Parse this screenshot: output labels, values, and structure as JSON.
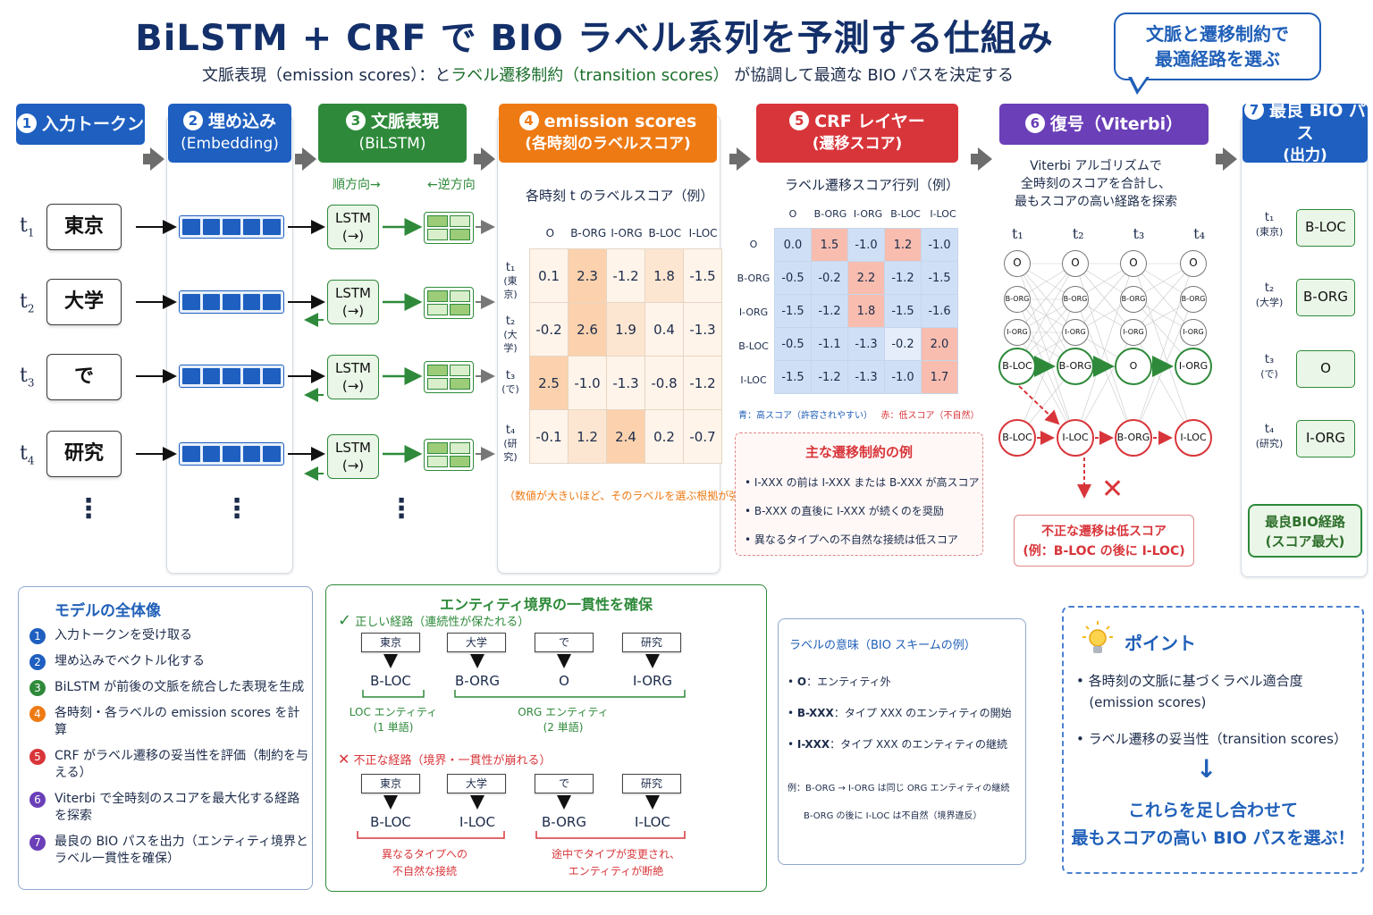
{
  "title": "BiLSTM + CRF で BIO ラベル系列を予測する仕組み",
  "subtitle_pre": "文脈表現（emission scores）：と",
  "subtitle_em": "ラベル遷移制約（transition scores）",
  "subtitle_post": "が協調して最適な BIO パスを決定する",
  "callout": {
    "line1": "文脈と遷移制約で",
    "line2": "最適経路を選ぶ"
  },
  "stages": [
    {
      "num": "1",
      "line1": "入力トークン",
      "line2": ""
    },
    {
      "num": "2",
      "line1": "埋め込み",
      "line2": "(Embedding)"
    },
    {
      "num": "3",
      "line1": "文脈表現",
      "line2": "(BiLSTM)"
    },
    {
      "num": "4",
      "line1": "emission scores",
      "line2": "(各時刻のラベルスコア)"
    },
    {
      "num": "5",
      "line1": "CRF レイヤー",
      "line2": "(遷移スコア)"
    },
    {
      "num": "6",
      "line1": "復号（Viterbi）",
      "line2": ""
    },
    {
      "num": "7",
      "line1": "最良 BIO パス",
      "line2": "(出力)"
    }
  ],
  "tokens": [
    {
      "t": "t",
      "sub": "1",
      "word": "東京"
    },
    {
      "t": "t",
      "sub": "2",
      "word": "大学"
    },
    {
      "t": "t",
      "sub": "3",
      "word": "で"
    },
    {
      "t": "t",
      "sub": "4",
      "word": "研究"
    }
  ],
  "ellipsis": "⋮",
  "lstm": {
    "label": "LSTM",
    "dir": "(→)",
    "forward": "順方向→",
    "backward": "←逆方向"
  },
  "emission": {
    "caption": "各時刻 t のラベルスコア（例）",
    "columns": [
      "O",
      "B-ORG",
      "I-ORG",
      "B-LOC",
      "I-LOC"
    ],
    "rows": [
      {
        "t": "t₁",
        "word": "(東京)",
        "values": [
          "0.1",
          "2.3",
          "-1.2",
          "1.8",
          "-1.5"
        ]
      },
      {
        "t": "t₂",
        "word": "(大学)",
        "values": [
          "-0.2",
          "2.6",
          "1.9",
          "0.4",
          "-1.3"
        ]
      },
      {
        "t": "t₃",
        "word": "(で)",
        "values": [
          "2.5",
          "-1.0",
          "-1.3",
          "-0.8",
          "-1.2"
        ]
      },
      {
        "t": "t₄",
        "word": "(研究)",
        "values": [
          "-0.1",
          "1.2",
          "2.4",
          "0.2",
          "-0.7"
        ]
      }
    ],
    "note": "（数値が大きいほど、そのラベルを選ぶ根拠が強い）"
  },
  "transition": {
    "caption": "ラベル遷移スコア行列（例）",
    "columns": [
      "O",
      "B-ORG",
      "I-ORG",
      "B-LOC",
      "I-LOC"
    ],
    "rows": [
      {
        "label": "O",
        "values": [
          "0.0",
          "1.5",
          "-1.0",
          "1.2",
          "-1.0"
        ]
      },
      {
        "label": "B-ORG",
        "values": [
          "-0.5",
          "-0.2",
          "2.2",
          "-1.2",
          "-1.5"
        ]
      },
      {
        "label": "I-ORG",
        "values": [
          "-1.5",
          "-1.2",
          "1.8",
          "-1.5",
          "-1.6"
        ]
      },
      {
        "label": "B-LOC",
        "values": [
          "-0.5",
          "-1.1",
          "-1.3",
          "-0.2",
          "2.0"
        ]
      },
      {
        "label": "I-LOC",
        "values": [
          "-1.5",
          "-1.2",
          "-1.3",
          "-1.0",
          "1.7"
        ]
      }
    ],
    "legend_blue": "青：高スコア（許容されやすい）",
    "legend_red": "赤：低スコア（不自然）",
    "constraints_title": "主な遷移制約の例",
    "constraints": [
      "I-XXX の前は I-XXX または B-XXX が高スコア",
      "B-XXX の直後に I-XXX が続くのを奨励",
      "異なるタイプへの不自然な接続は低スコア"
    ]
  },
  "viterbi": {
    "desc1": "Viterbi アルゴリズムで",
    "desc2": "全時刻のスコアを合計し、",
    "desc3": "最もスコアの高い経路を探索",
    "times": [
      "t₁",
      "t₂",
      "t₃",
      "t₄"
    ],
    "node_o": "O",
    "node_borg": "B-ORG",
    "node_iorg": "I-ORG",
    "best_path": [
      "B-LOC",
      "B-ORG",
      "O",
      "I-ORG"
    ],
    "bad_path": [
      "B-LOC",
      "I-LOC",
      "B-ORG",
      "I-LOC"
    ],
    "bad_mark": "✕",
    "bad_note1": "不正な遷移は低スコア",
    "bad_note2": "(例：B-LOC の後に I-LOC)"
  },
  "output": {
    "rows": [
      {
        "t": "t₁",
        "word": "(東京)",
        "label": "B-LOC"
      },
      {
        "t": "t₂",
        "word": "(大学)",
        "label": "B-ORG"
      },
      {
        "t": "t₃",
        "word": "(で)",
        "label": "O"
      },
      {
        "t": "t₄",
        "word": "(研究)",
        "label": "I-ORG"
      }
    ],
    "best_line1": "最良BIO経路",
    "best_line2": "(スコア最大)"
  },
  "overview": {
    "title": "モデルの全体像",
    "steps": [
      {
        "num": "1",
        "text": "入力トークンを受け取る",
        "color": "#1e5fc0"
      },
      {
        "num": "2",
        "text": "埋め込みでベクトル化する",
        "color": "#1e5fc0"
      },
      {
        "num": "3",
        "text": "BiLSTM が前後の文脈を統合した表現を生成",
        "color": "#2e8a3a"
      },
      {
        "num": "4",
        "text": "各時刻・各ラベルの emission scores を計算",
        "color": "#ee7a14"
      },
      {
        "num": "5",
        "text": "CRF がラベル遷移の妥当性を評価（制約を与える）",
        "color": "#d8353a"
      },
      {
        "num": "6",
        "text": "Viterbi で全時刻のスコアを最大化する経路を探索",
        "color": "#6a3fb8"
      },
      {
        "num": "7",
        "text": "最良の BIO パスを出力（エンティティ境界と",
        "text2": "ラベル一貫性を確保）",
        "color": "#6a3fb8"
      }
    ]
  },
  "consistency": {
    "title": "エンティティ境界の一貫性を確保",
    "good_mark": "✓",
    "good_label": "正しい経路（連続性が保たれる）",
    "good_tokens": [
      "東京",
      "大学",
      "で",
      "研究"
    ],
    "good_labels": [
      "B-LOC",
      "B-ORG",
      "O",
      "I-ORG"
    ],
    "good_group1_1": "LOC エンティティ",
    "good_group1_2": "(1 単語)",
    "good_group2_1": "ORG エンティティ",
    "good_group2_2": "(2 単語)",
    "bad_mark": "✕",
    "bad_label": "不正な経路（境界・一貫性が崩れる）",
    "bad_tokens": [
      "東京",
      "大学",
      "で",
      "研究"
    ],
    "bad_labels": [
      "B-LOC",
      "I-LOC",
      "B-ORG",
      "I-LOC"
    ],
    "bad_group1_1": "異なるタイプへの",
    "bad_group1_2": "不自然な接続",
    "bad_group2_1": "途中でタイプが変更され、",
    "bad_group2_2": "エンティティが断絶"
  },
  "labels_meaning": {
    "title": "ラベルの意味（BIO スキームの例）",
    "items": [
      {
        "key": "O",
        "text": "：エンティティ外"
      },
      {
        "key": "B-XXX",
        "text": "：タイプ XXX のエンティティの開始"
      },
      {
        "key": "I-XXX",
        "text": "：タイプ XXX のエンティティの継続"
      }
    ],
    "ex1": "例：B-ORG → I-ORG は同じ ORG エンティティの継続",
    "ex2": "B-ORG の後に I-LOC は不自然（境界違反）"
  },
  "point": {
    "title": "ポイント",
    "item1": "各時刻の文脈に基づくラベル適合度",
    "item1b": "(emission scores)",
    "item2": "ラベル遷移の妥当性（transition scores）",
    "arrow": "↓",
    "conclusion1": "これらを足し合わせて",
    "conclusion2": "最もスコアの高い BIO パスを選ぶ！"
  }
}
